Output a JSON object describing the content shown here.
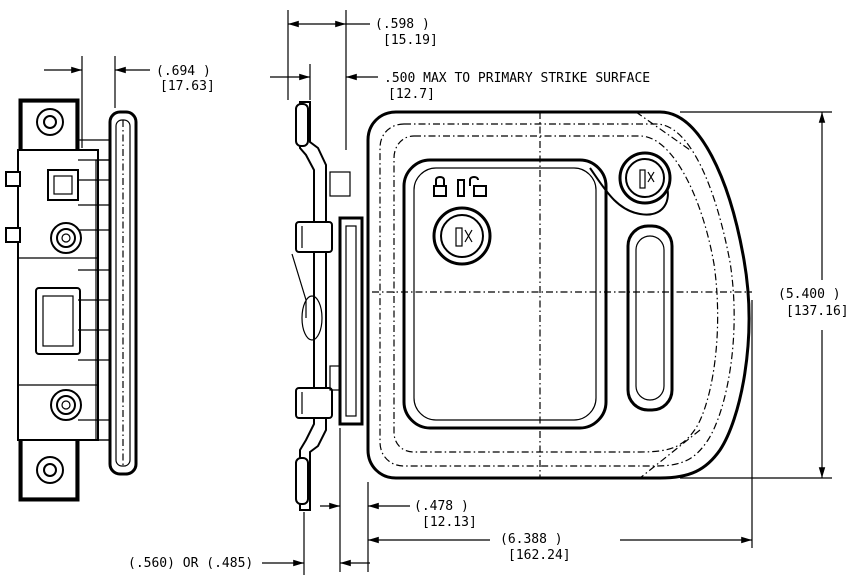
{
  "dimensions": {
    "d598": {
      "in": "(.598    )",
      "mm": "[15.19]"
    },
    "d500": {
      "in": ".500  MAX TO PRIMARY STRIKE SURFACE",
      "mm": "[12.7]"
    },
    "d694": {
      "in": "(.694    )",
      "mm": "[17.63]"
    },
    "d5400": {
      "in": "(5.400    )",
      "mm": "[137.16]"
    },
    "d478": {
      "in": "(.478    )",
      "mm": "[12.13]"
    },
    "d6388": {
      "in": "(6.388    )",
      "mm": "[162.24]"
    },
    "d560": {
      "in": "(.560) OR (.485)"
    }
  },
  "icons": {
    "locked": "padlock-closed-icon",
    "unlocked": "padlock-open-icon",
    "key_cylinder": "key-cylinder-icon"
  }
}
